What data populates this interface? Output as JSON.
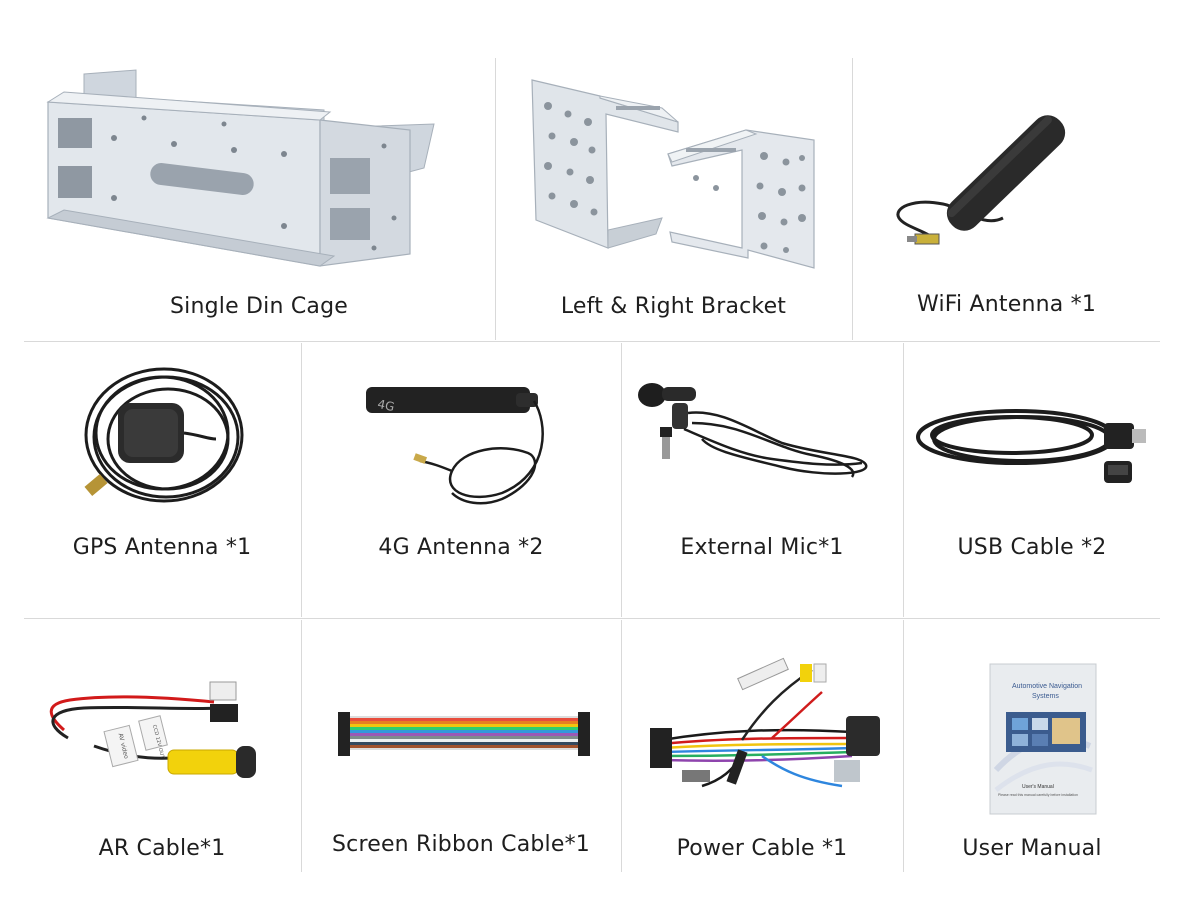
{
  "items": [
    {
      "label": "Single Din Cage"
    },
    {
      "label": "Left & Right Bracket"
    },
    {
      "label": "WiFi Antenna *1"
    },
    {
      "label": "GPS Antenna *1"
    },
    {
      "label": "4G Antenna *2"
    },
    {
      "label": "External Mic*1"
    },
    {
      "label": "USB Cable *2"
    },
    {
      "label": "AR Cable*1"
    },
    {
      "label": "Screen Ribbon Cable*1"
    },
    {
      "label": "Power Cable *1"
    },
    {
      "label": "User Manual"
    }
  ],
  "photo_text": {
    "antenna_4g_mark": "4G",
    "ar_tag_1": "AV video",
    "ar_tag_2": "CCD 12V OUT",
    "manual_title_1": "Automotive Navigation",
    "manual_title_2": "Systems",
    "manual_footer_1": "User's Manual",
    "manual_footer_2": "Please read this manual carefully before installation"
  },
  "colors": {
    "border": "#d9d9d9",
    "metal": "#dfe4ea",
    "cable": "#1c1c1c",
    "rca_yellow": "#f2d20c"
  }
}
